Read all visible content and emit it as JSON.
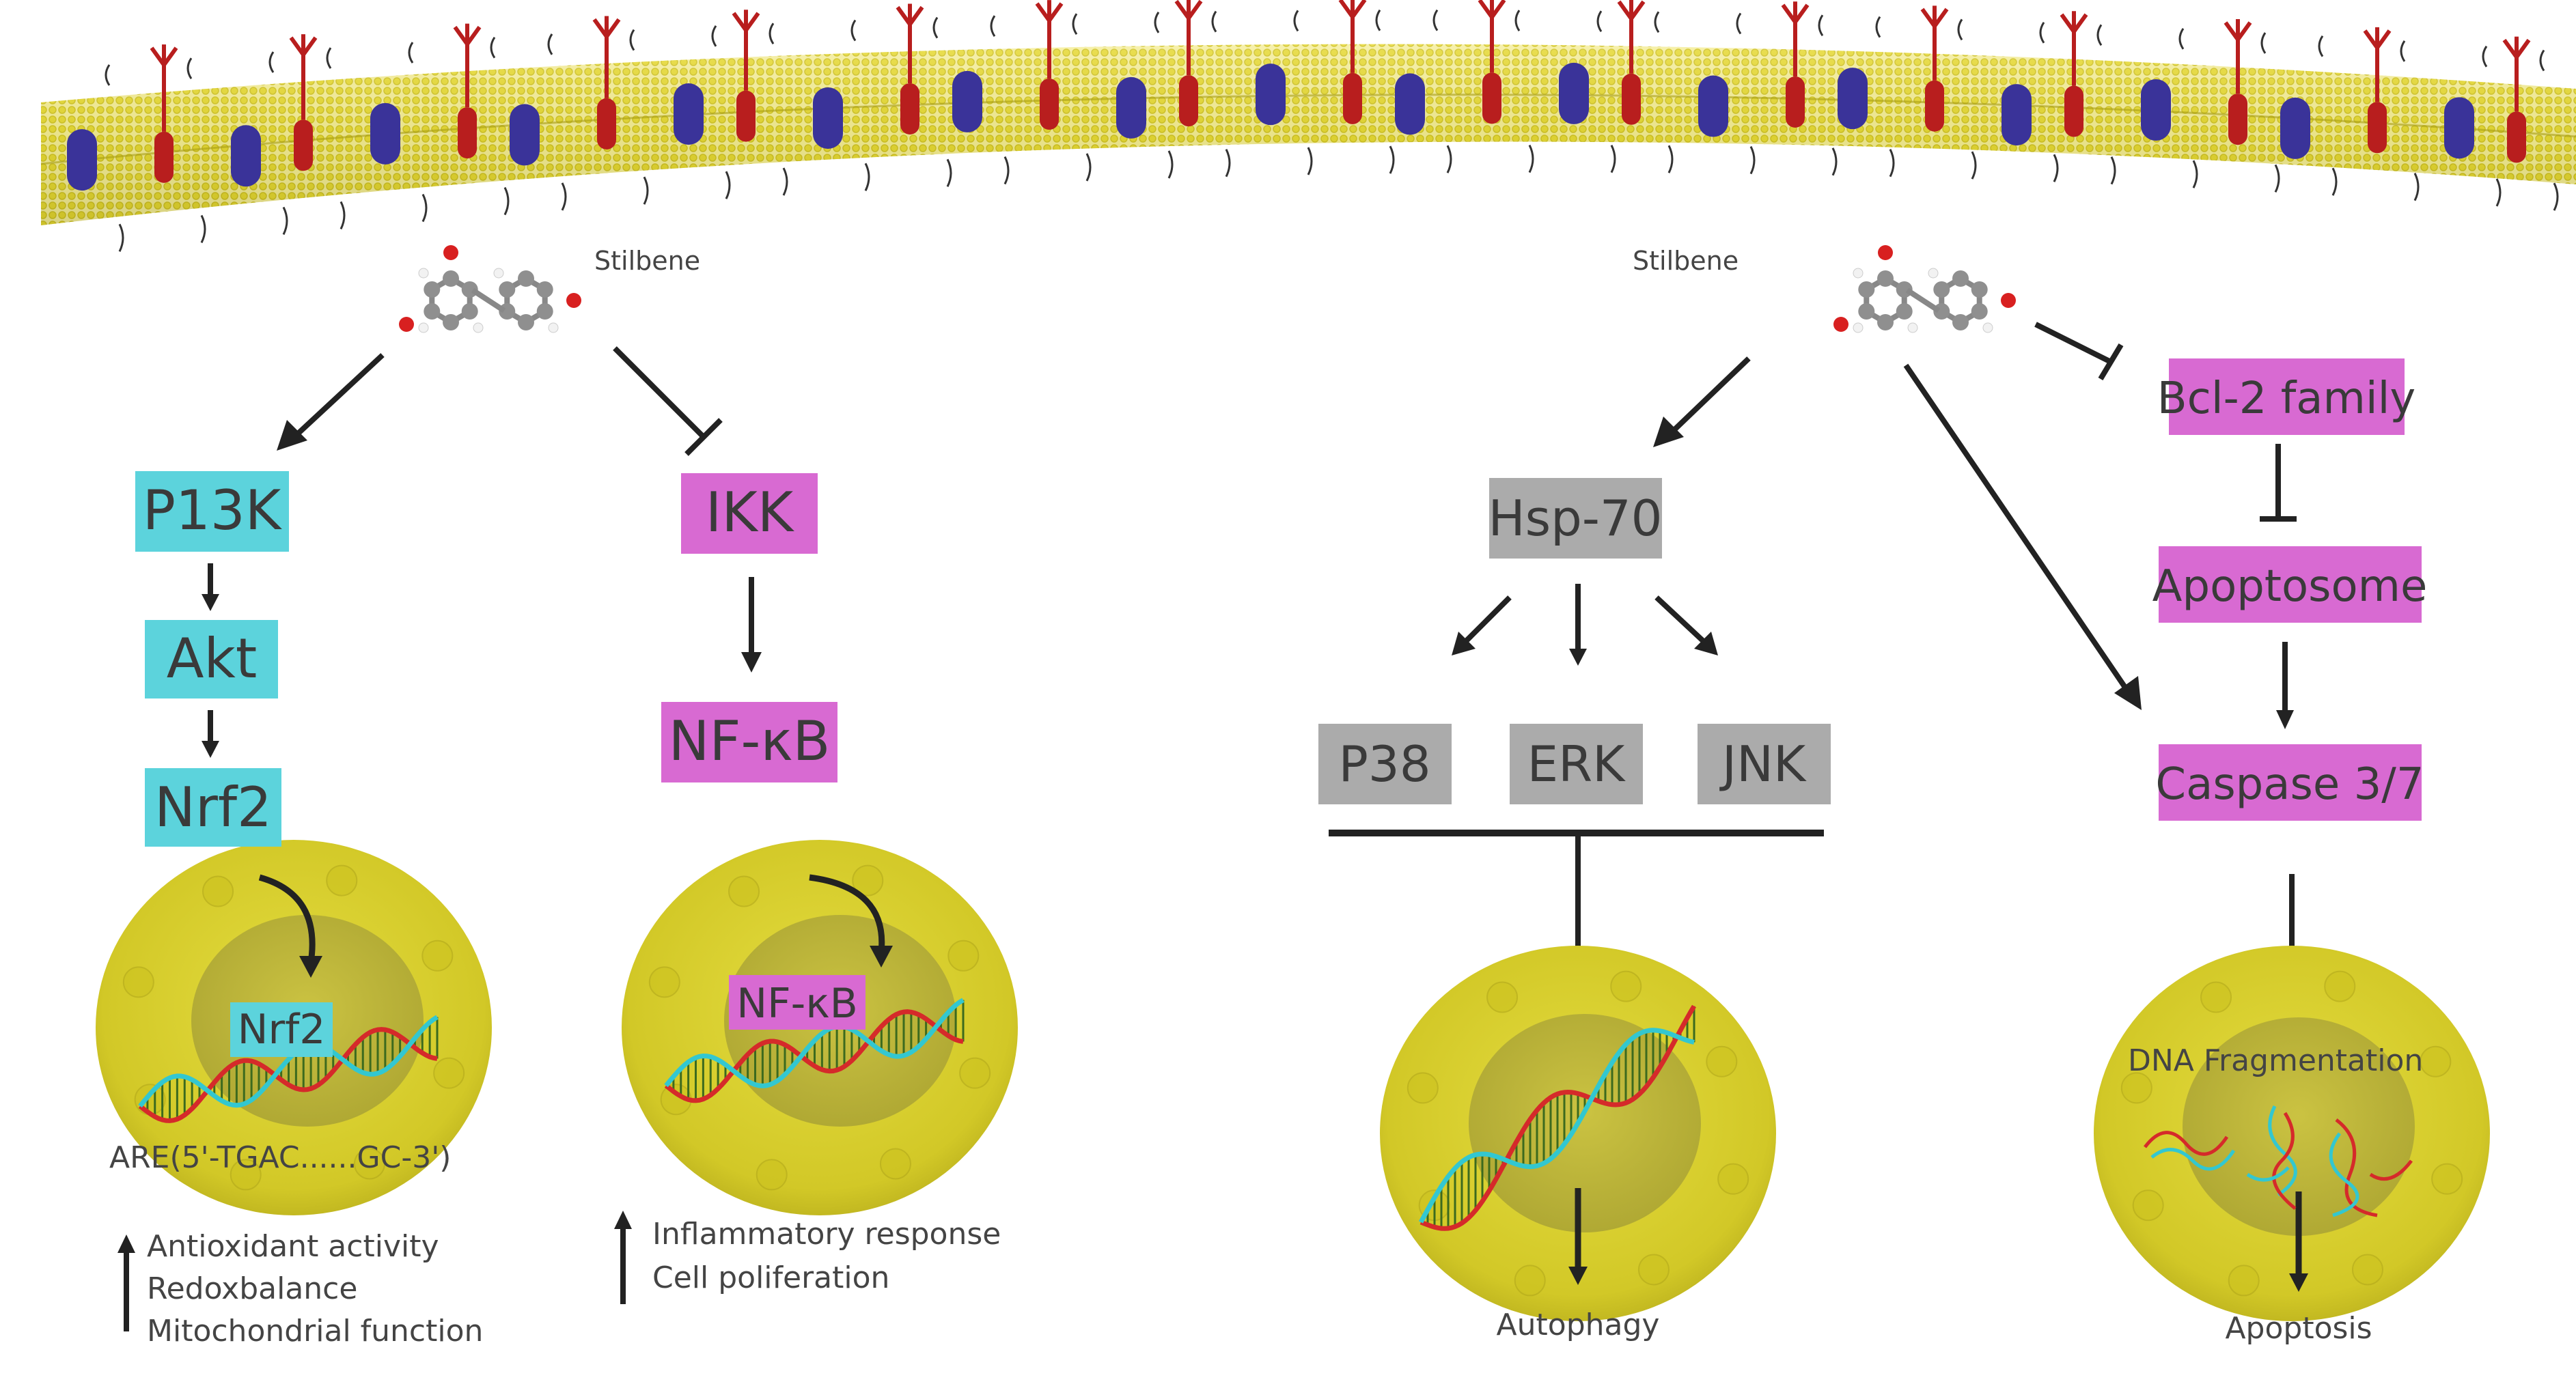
{
  "colors": {
    "cyan": "#5cd3dc",
    "magenta": "#d86ad2",
    "gray": "#ababab",
    "membrane": "#d9ce2c",
    "protein_blue": "#3a3399",
    "protein_red": "#b81e1e",
    "cell_fill": "#d6cd2a",
    "nucleus_fill": "#beb63d",
    "dna_red": "#d52a2a",
    "dna_cyan": "#33c7d0",
    "dna_rung": "#3c6a1e"
  },
  "molecule_label_left": "Stilbene",
  "molecule_label_right": "Stilbene",
  "nodes": {
    "pi3k": "P13K",
    "akt": "Akt",
    "nrf2": "Nrf2",
    "ikk": "IKK",
    "nfkb": "NF-κB",
    "hsp70": "Hsp-70",
    "p38": "P38",
    "erk": "ERK",
    "jnk": "JNK",
    "bcl2": "Bcl-2 family",
    "apoptosome": "Apoptosome",
    "caspase": "Caspase 3/7"
  },
  "nucleus_labels": {
    "nrf2": "Nrf2",
    "nfkb": "NF-κB"
  },
  "are_text": "ARE(5'-TGAC......GC-3')",
  "dna_fragmentation": "DNA Fragmentation",
  "effects_left": [
    "Antioxidant activity",
    "Redoxbalance",
    "Mitochondrial function"
  ],
  "effects_mid": [
    "Inflammatory response",
    "Cell poliferation"
  ],
  "outcome_autophagy": "Autophagy",
  "outcome_apoptosis": "Apoptosis",
  "icons": [
    "membrane-bilayer",
    "membrane-protein-icon",
    "glycoprotein-icon",
    "molecule-icon",
    "cell-icon",
    "dna-helix-icon"
  ]
}
